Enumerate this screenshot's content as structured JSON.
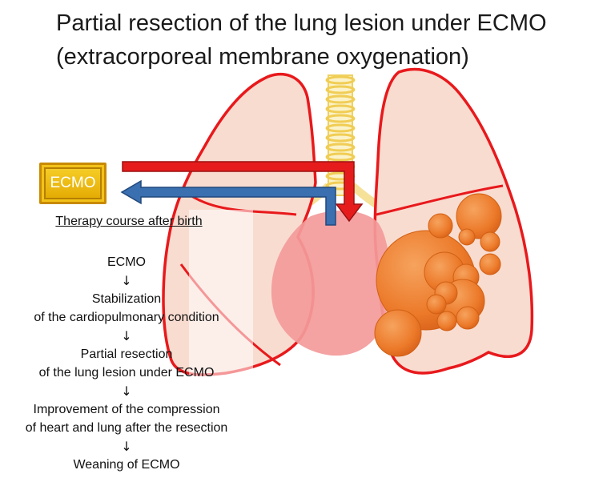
{
  "title": {
    "line1": "Partial resection of the lung lesion under ECMO",
    "line2": "(extracorporeal membrane oxygenation)"
  },
  "ecmo_box": {
    "label": "ECMO"
  },
  "therapy": {
    "heading": "Therapy course after birth",
    "arrow_glyph": "↓",
    "steps": [
      [
        "ECMO"
      ],
      [
        "Stabilization",
        "of the cardiopulmonary condition"
      ],
      [
        "Partial resection",
        "of the lung lesion under ECMO"
      ],
      [
        "Improvement of the compression",
        "of heart and lung after the resection"
      ],
      [
        "Weaning of ECMO"
      ]
    ]
  },
  "colors": {
    "lung_fill": "#f9dcd0",
    "lung_outline": "#e8191c",
    "heart": "#f39a9a",
    "trachea": "#f5d978",
    "lesion": "#ed7a2c",
    "arrow_red": "#e61c1c",
    "arrow_blue": "#3a6fb0",
    "ecmo_gold": "#f2bd15"
  }
}
